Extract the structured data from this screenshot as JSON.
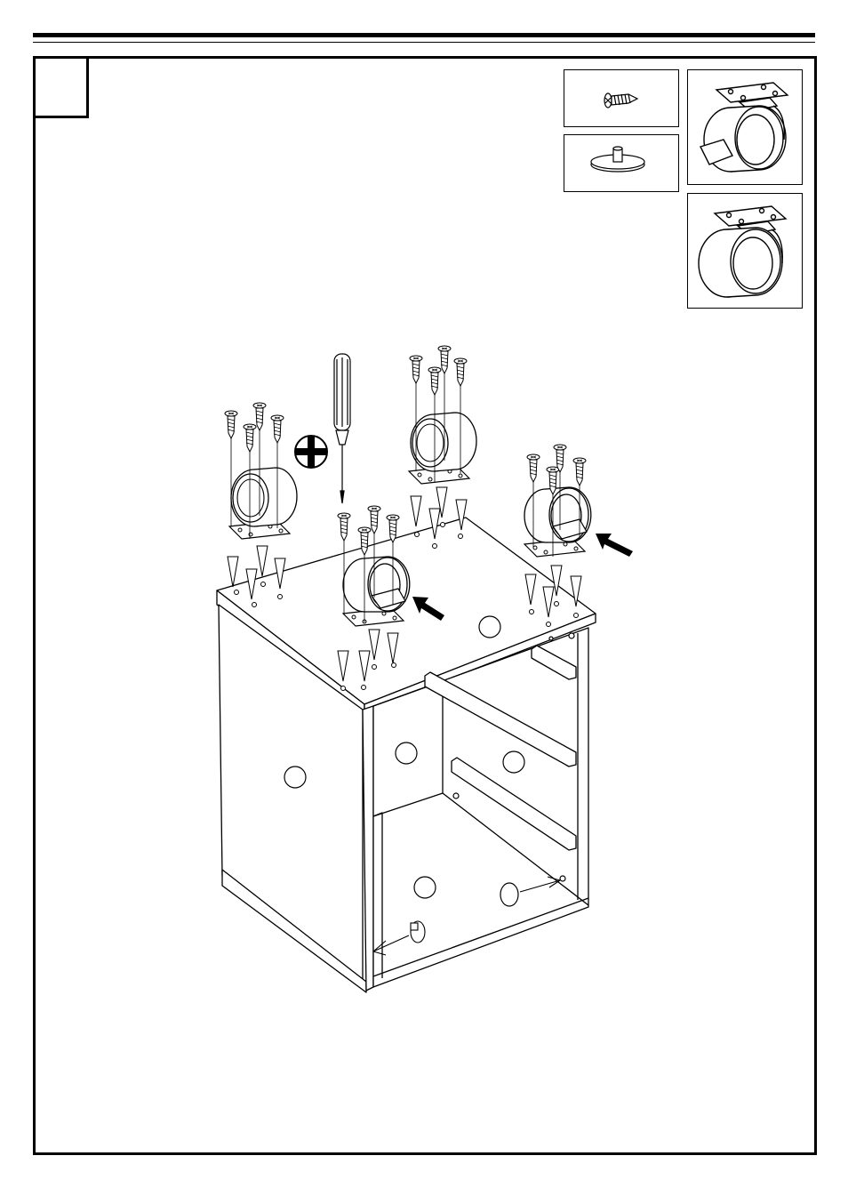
{
  "header": {
    "rule": "double-rule"
  },
  "step": {
    "number": ""
  },
  "parts": [
    {
      "id": "screw",
      "icon": "screw-icon",
      "label": ""
    },
    {
      "id": "cam-stud",
      "icon": "cam-stud-icon",
      "label": ""
    },
    {
      "id": "caster-locking",
      "icon": "locking-caster-icon",
      "label": ""
    },
    {
      "id": "caster-plain",
      "icon": "caster-icon",
      "label": ""
    }
  ],
  "tools": [
    {
      "id": "phillips-screwdriver",
      "icon": "phillips-screwdriver-icon"
    }
  ],
  "colors": {
    "line": "#000000",
    "background": "#ffffff"
  }
}
